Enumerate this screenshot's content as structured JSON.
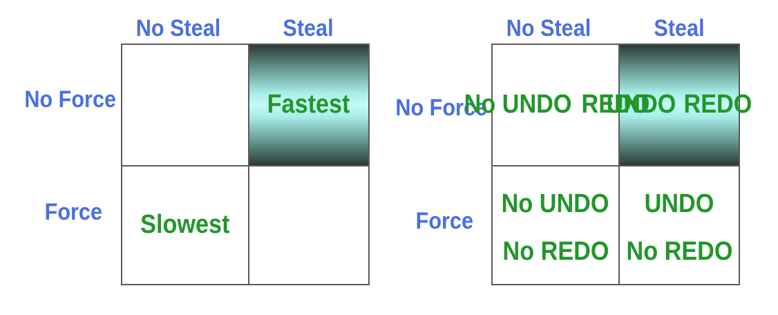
{
  "left_matrix": {
    "col_headers": [
      "No Steal",
      "Steal"
    ],
    "row_headers": [
      "No Force",
      "Force"
    ],
    "cells": {
      "noforce_nosteal": "",
      "noforce_steal": "Fastest",
      "force_nosteal": "Slowest",
      "force_steal": ""
    }
  },
  "right_matrix": {
    "col_headers": [
      "No Steal",
      "Steal"
    ],
    "row_headers": [
      "No Force",
      "Force"
    ],
    "cells": {
      "noforce_nosteal": [
        "No UNDO",
        "REDO"
      ],
      "noforce_steal": [
        "UNDO",
        "REDO"
      ],
      "force_nosteal": [
        "No UNDO",
        "No REDO"
      ],
      "force_steal": [
        "UNDO",
        "No REDO"
      ]
    }
  },
  "colors": {
    "header_text": "#4a6fe0",
    "cell_text": "#22962a",
    "grid_line": "#5a5a5a",
    "highlight_center": "#c3fbf6",
    "highlight_edge": "#2d3a36"
  }
}
